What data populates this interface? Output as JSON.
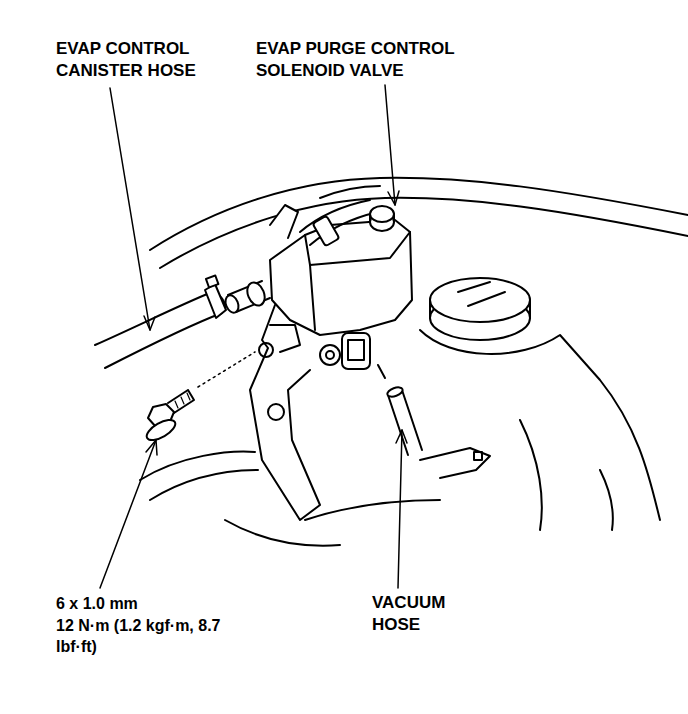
{
  "diagram": {
    "labels": [
      "EVAP CONTROL CANISTER HOSE",
      "EVAP PURGE CONTROL SOLENOID VALVE",
      "6 x 1.0 mm",
      "12 N·m (1.2 kgf·m, 8.7 lbf·ft)",
      "VACUUM HOSE"
    ]
  }
}
